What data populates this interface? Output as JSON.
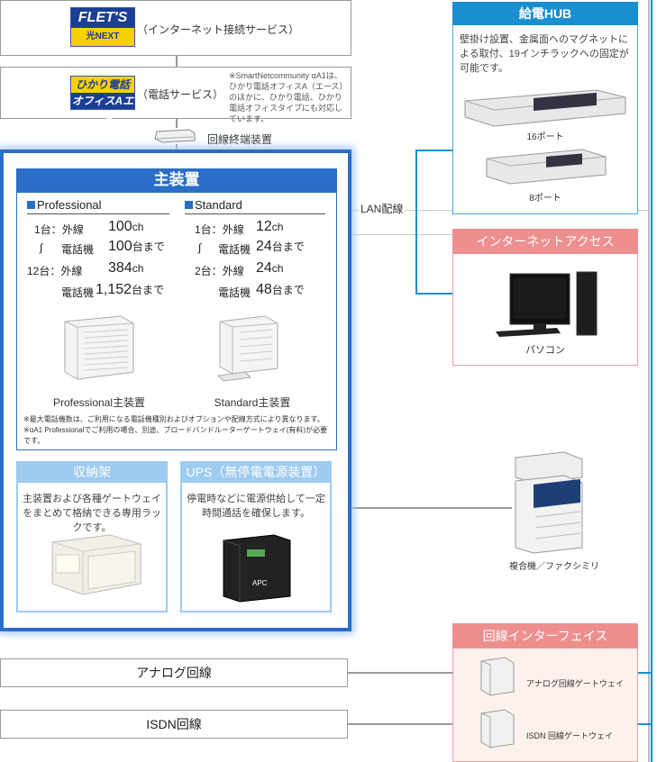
{
  "top": {
    "flets_logo_top": "FLET'S",
    "flets_logo_bottom": "光NEXT",
    "flets_label": "（インターネット接続サービス）",
    "hikari_logo_top": "ひかり電話",
    "hikari_logo_bottom": "オフィスAエース",
    "hikari_label": "（電話サービス）",
    "hikari_note": "※SmartNetcommunity αA1は、ひかり電話オフィスA（エース）のほかに、ひかり電話、ひかり電話オフィスタイプにも対応しています。",
    "onu_label": "回線終端装置"
  },
  "main": {
    "title": "主装置",
    "professional": {
      "heading": "Professional",
      "row1": {
        "count": "1台：",
        "item": "外線",
        "value": "100",
        "unit": "ch"
      },
      "row2": {
        "count": "∫",
        "item": "電話機",
        "value": "100",
        "unit": "台まで"
      },
      "row3": {
        "count": "12台：",
        "item": "外線",
        "value": "384",
        "unit": "ch"
      },
      "row4": {
        "count": "",
        "item": "電話機",
        "value": "1,152",
        "unit": "台まで"
      },
      "caption": "Professional主装置"
    },
    "standard": {
      "heading": "Standard",
      "row1": {
        "count": "1台：",
        "item": "外線",
        "value": "12",
        "unit": "ch"
      },
      "row2": {
        "count": "∫",
        "item": "電話機",
        "value": "24",
        "unit": "台まで"
      },
      "row3": {
        "count": "2台：",
        "item": "外線",
        "value": "24",
        "unit": "ch"
      },
      "row4": {
        "count": "",
        "item": "電話機",
        "value": "48",
        "unit": "台まで"
      },
      "caption": "Standard主装置"
    },
    "note1": "※最大電話機数は、ご利用になる電話機種別およびオプションや配線方式により異なります。",
    "note2": "※αA1 Professionalでご利用の場合、別途、ブロードバンドルーターゲートウェイ(有料)が必要です。"
  },
  "rack": {
    "title": "収納架",
    "desc": "主装置および各種ゲートウェイをまとめて格納できる専用ラックです。"
  },
  "ups": {
    "title": "UPS（無停電電源装置）",
    "desc": "停電時などに電源供給して一定時間通話を確保します。",
    "brand": "APC"
  },
  "lan_label": "LAN配線",
  "hub": {
    "title": "給電HUB",
    "desc": "壁掛け設置、金属面へのマグネットによる取付、19インチラックへの固定が可能です。",
    "cap16": "16ポート",
    "cap8": "8ポート"
  },
  "internet": {
    "title": "インターネットアクセス",
    "pc_caption": "パソコン"
  },
  "mfp_caption": "複合機／ファクシミリ",
  "interface": {
    "title": "回線インターフェイス",
    "analog_gw": "アナログ回線ゲートウェイ",
    "isdn_gw": "ISDN 回線ゲートウェイ"
  },
  "lines": {
    "analog": "アナログ回線",
    "isdn": "ISDN回線"
  },
  "colors": {
    "main_blue": "#2a6ec7",
    "light_blue": "#9ecbf0",
    "hub_blue": "#1a8fd0",
    "pink": "#ee8f8f"
  }
}
